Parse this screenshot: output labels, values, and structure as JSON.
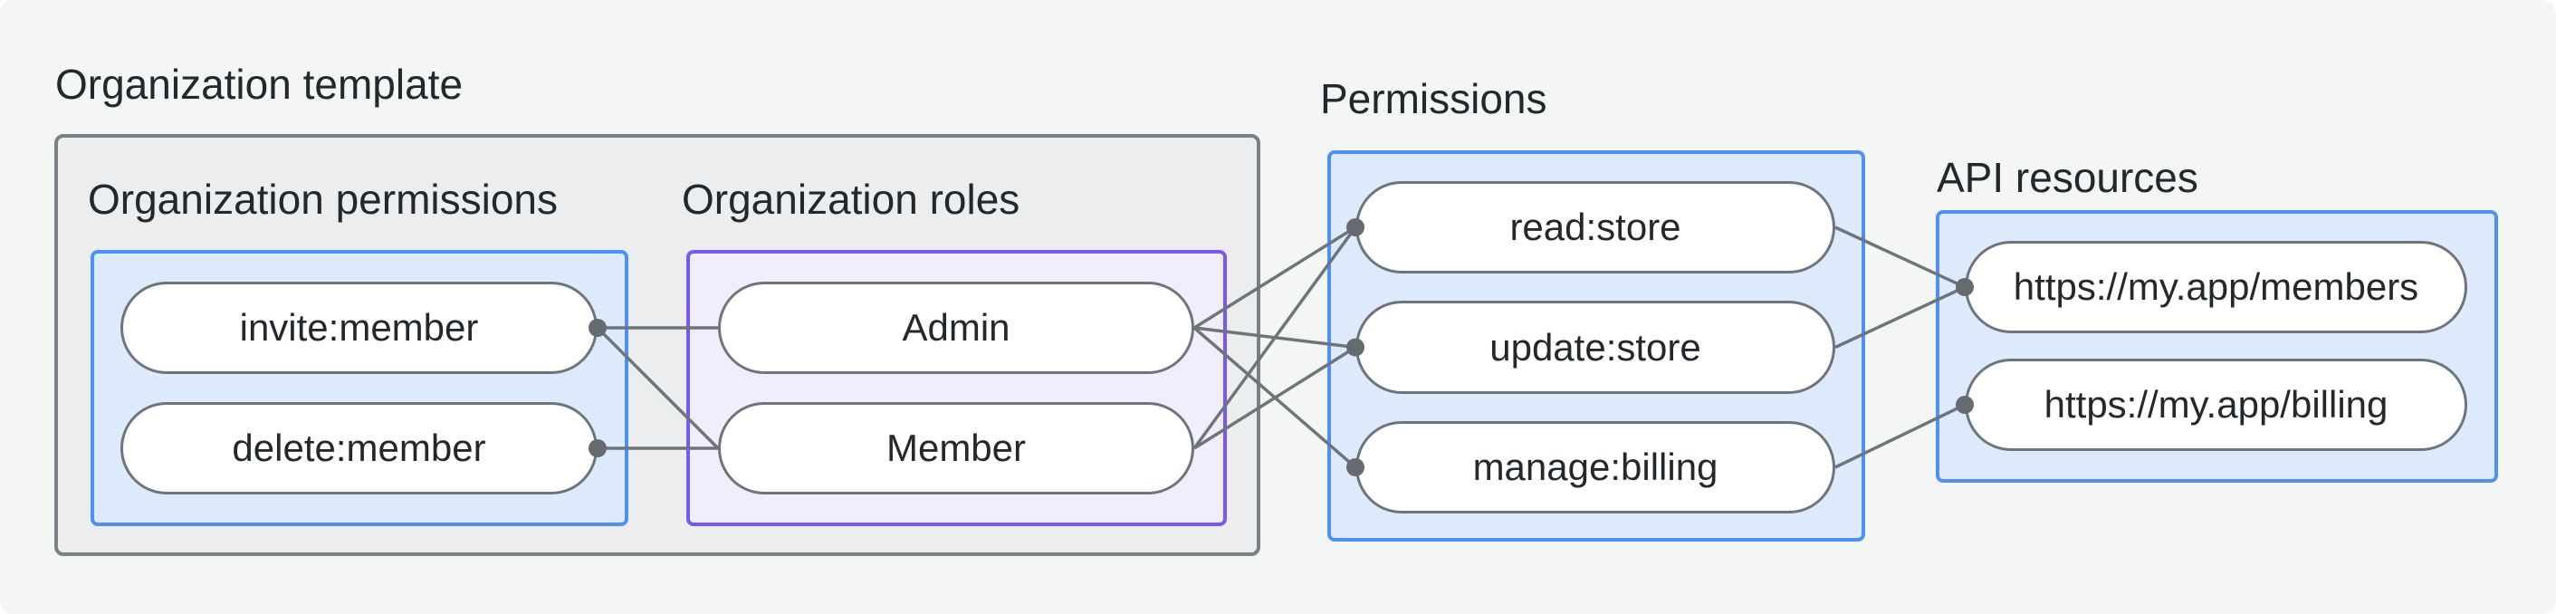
{
  "diagram": {
    "type": "flow-diagram",
    "org_template": {
      "label": "Organization template"
    },
    "org_permissions": {
      "label": "Organization permissions",
      "items": [
        "invite:member",
        "delete:member"
      ]
    },
    "org_roles": {
      "label": "Organization roles",
      "items": [
        "Admin",
        "Member"
      ]
    },
    "permissions": {
      "label": "Permissions",
      "items": [
        "read:store",
        "update:store",
        "manage:billing"
      ]
    },
    "api_resources": {
      "label": "API resources",
      "items": [
        "https://my.app/members",
        "https://my.app/billing"
      ]
    },
    "connections": [
      {
        "from": "invite-member",
        "to": "admin",
        "dot": "from"
      },
      {
        "from": "invite-member",
        "to": "member",
        "dot": "from"
      },
      {
        "from": "delete-member",
        "to": "member",
        "dot": "from"
      },
      {
        "from": "admin",
        "to": "read-store",
        "dot": "to"
      },
      {
        "from": "admin",
        "to": "update-store",
        "dot": "to"
      },
      {
        "from": "admin",
        "to": "manage-billing",
        "dot": "to"
      },
      {
        "from": "member",
        "to": "read-store",
        "dot": "to"
      },
      {
        "from": "member",
        "to": "update-store",
        "dot": "to"
      },
      {
        "from": "read-store",
        "to": "members-url",
        "dot": "to"
      },
      {
        "from": "update-store",
        "to": "members-url",
        "dot": "to"
      },
      {
        "from": "manage-billing",
        "to": "billing-url",
        "dot": "to"
      }
    ],
    "colors": {
      "background": "#f4f6f6",
      "container_fill": "#ebedee",
      "container_border": "#7a8084",
      "blue_fill": "#ddeafb",
      "blue_border": "#4e91f6",
      "purple_fill": "#f2edfc",
      "purple_border": "#7857f3",
      "pill_fill": "#ffffff",
      "pill_border": "#6e757a",
      "line": "#6e7579",
      "dot": "#656b70",
      "text": "#23282d"
    }
  }
}
